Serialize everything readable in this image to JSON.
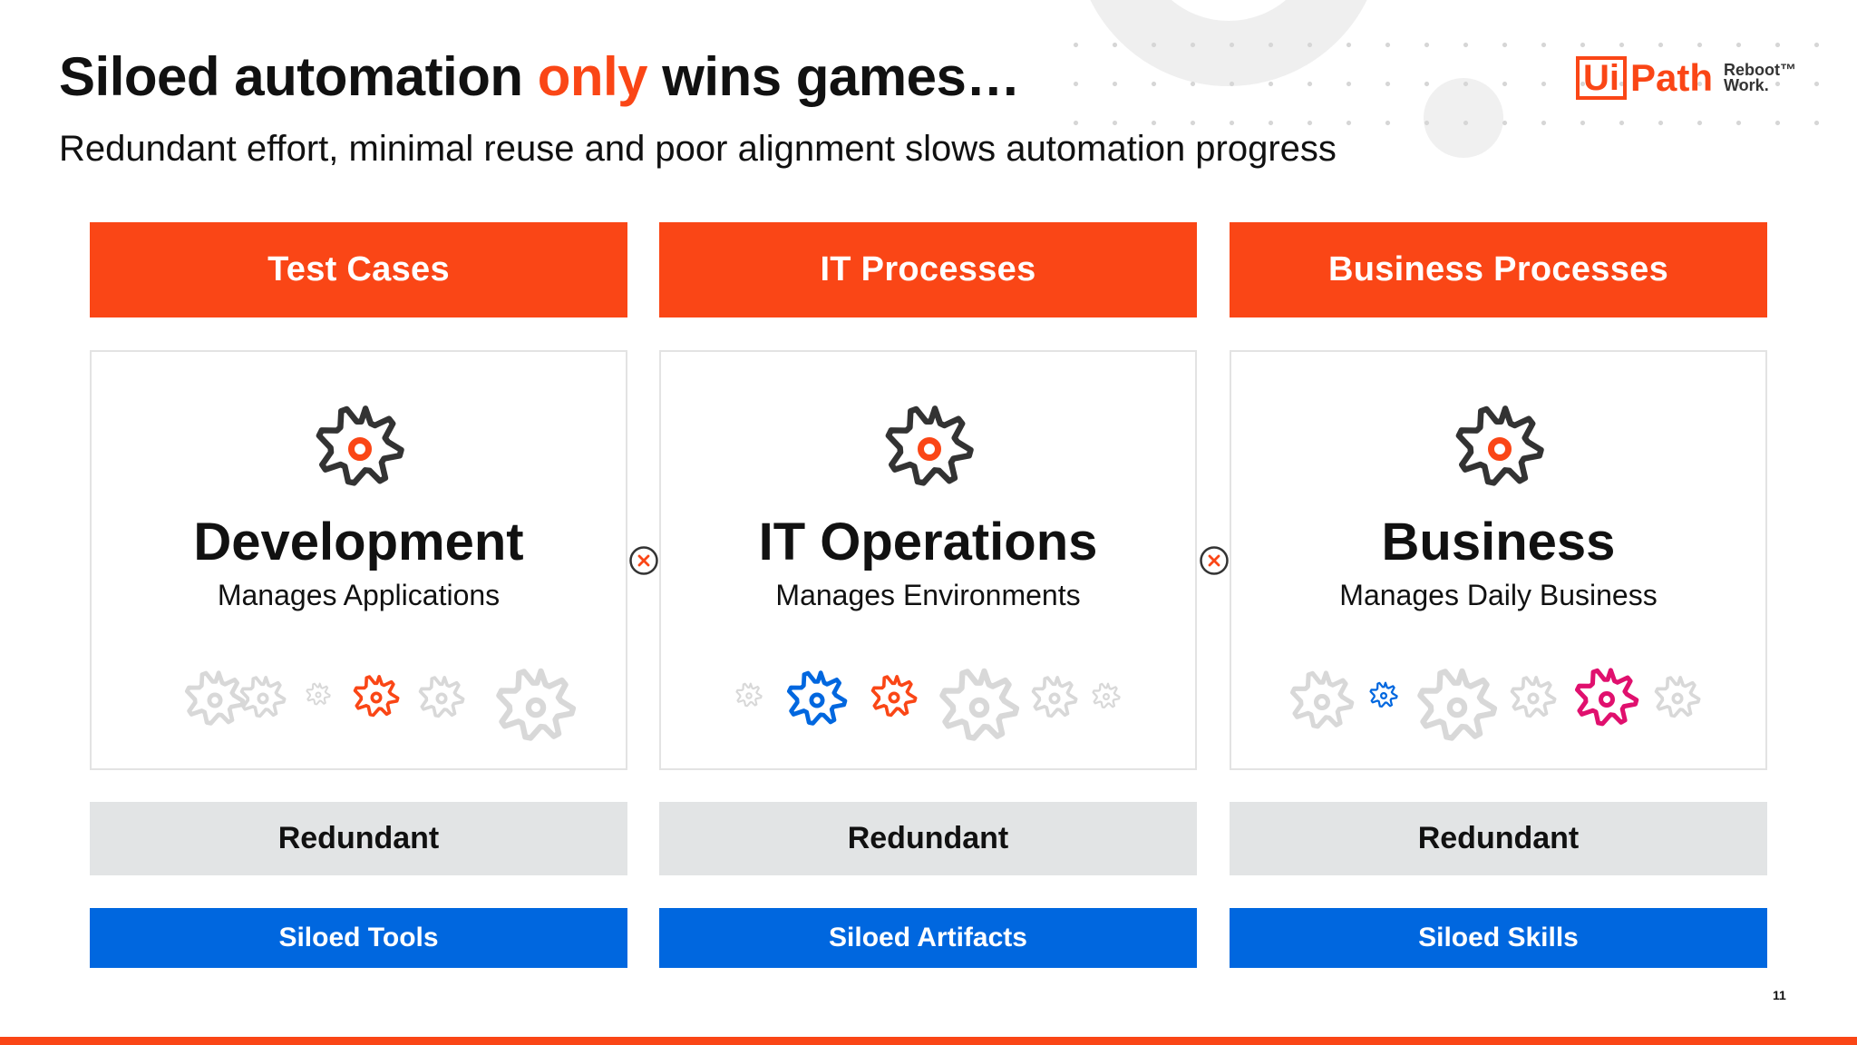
{
  "title": {
    "prefix": "Siloed automation ",
    "highlight": "only",
    "suffix": " wins games…"
  },
  "subtitle": "Redundant effort, minimal reuse and poor alignment slows automation progress",
  "logo": {
    "brand_box": "Ui",
    "brand_text": "Path",
    "tagline_line1": "Reboot™",
    "tagline_line2": "Work."
  },
  "colors": {
    "accent_orange": "#fa4616",
    "blue": "#0067df",
    "magenta": "#e0106e",
    "light_gray_gear": "#d8d8d8",
    "dark_gear": "#333333"
  },
  "columns": [
    {
      "header": "Test Cases",
      "icon": "gear-icon",
      "title": "Development",
      "subtitle": "Manages Applications",
      "tag": "Redundant",
      "siloed": "Siloed Tools",
      "small_gears": [
        "light",
        "light",
        "light",
        "orange",
        "light",
        "light"
      ]
    },
    {
      "header": "IT Processes",
      "icon": "gear-icon",
      "title": "IT Operations",
      "subtitle": "Manages Environments",
      "tag": "Redundant",
      "siloed": "Siloed Artifacts",
      "small_gears": [
        "light",
        "blue",
        "orange",
        "light",
        "light",
        "light"
      ]
    },
    {
      "header": "Business Processes",
      "icon": "gear-icon",
      "title": "Business",
      "subtitle": "Manages Daily Business",
      "tag": "Redundant",
      "siloed": "Siloed Skills",
      "small_gears": [
        "light",
        "blue",
        "light",
        "light",
        "magenta",
        "light"
      ]
    }
  ],
  "separators": [
    "x-circle-icon",
    "x-circle-icon"
  ],
  "page_number": "11"
}
